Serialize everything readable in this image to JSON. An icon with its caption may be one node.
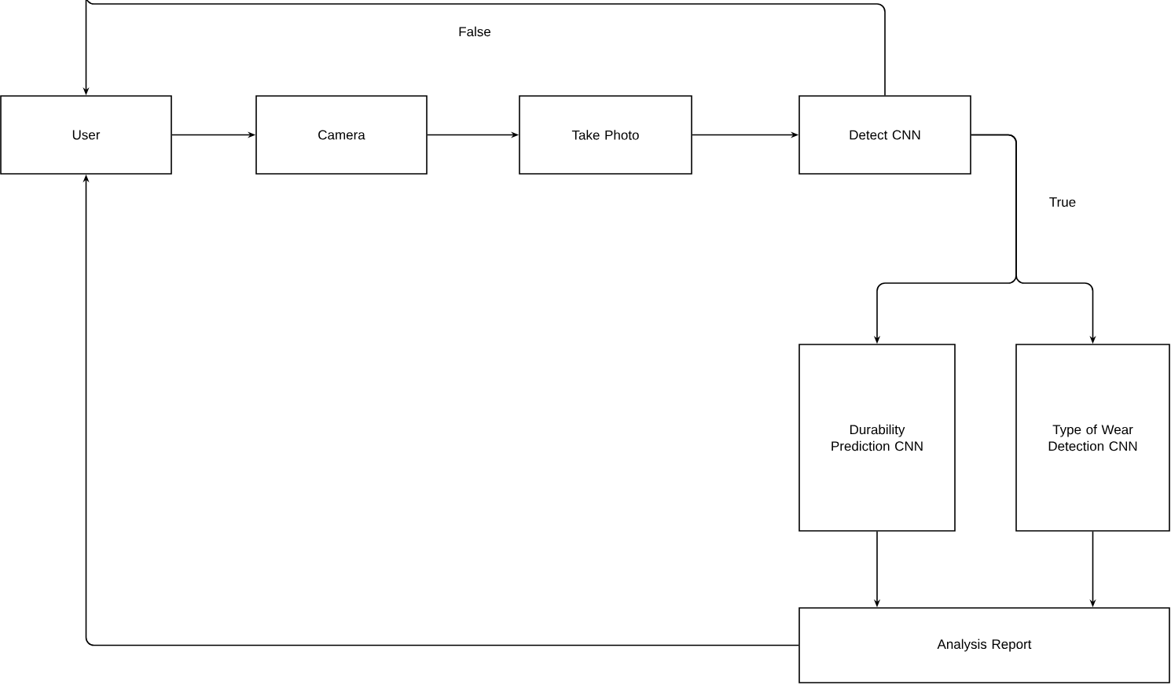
{
  "diagram": {
    "nodes": [
      {
        "text": [
          "User"
        ]
      },
      {
        "text": [
          "Camera"
        ]
      },
      {
        "text": [
          "Take Photo"
        ]
      },
      {
        "text": [
          "Detect CNN"
        ]
      },
      {
        "text": [
          "Durability Prediction CNN"
        ]
      },
      {
        "text": [
          "Type of Wear Detection CNN"
        ]
      },
      {
        "text": [
          "Analysis Report"
        ]
      }
    ],
    "edges": [
      {
        "from": 0,
        "to": 1,
        "arrow": "to"
      },
      {
        "from": 1,
        "to": 2,
        "arrow": "to"
      },
      {
        "from": 2,
        "to": 3,
        "arrow": "to"
      },
      {
        "from": 3,
        "to": 0,
        "arrow": "to",
        "label": "False"
      },
      {
        "from": 3,
        "to": 4,
        "arrow": "to",
        "label": "True"
      },
      {
        "from": 3,
        "to": 5,
        "arrow": "to"
      },
      {
        "from": 4,
        "to": 6,
        "arrow": "to"
      },
      {
        "from": 5,
        "to": 6,
        "arrow": "to"
      },
      {
        "from": 6,
        "to": 0,
        "arrow": "to"
      }
    ]
  }
}
